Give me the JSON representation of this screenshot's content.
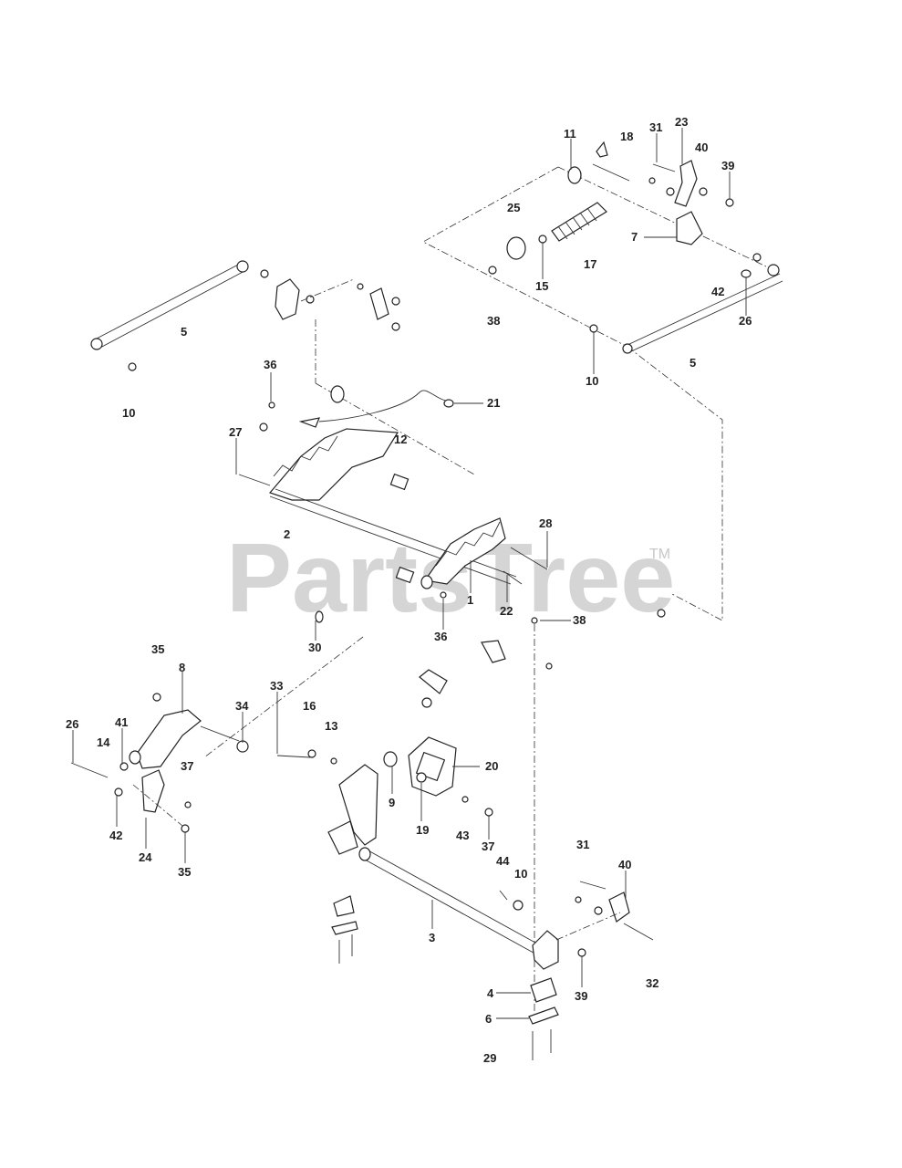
{
  "watermark": {
    "text": "PartsTree",
    "trademark": "TM"
  },
  "labels": {
    "n11": "11",
    "n18": "18",
    "n31a": "31",
    "n23": "23",
    "n40a": "40",
    "n39a": "39",
    "n25": "25",
    "n7": "7",
    "n17": "17",
    "n15": "15",
    "n42a": "42",
    "n26a": "26",
    "n38a": "38",
    "n10a": "10",
    "n5a": "5",
    "n5b": "5",
    "n10b": "10",
    "n36a": "36",
    "n21": "21",
    "n12": "12",
    "n27": "27",
    "n2": "2",
    "n28": "28",
    "n1": "1",
    "n22": "22",
    "n36b": "36",
    "n38b": "38",
    "n30": "30",
    "n35a": "35",
    "n8": "8",
    "n33": "33",
    "n34": "34",
    "n16": "16",
    "n13": "13",
    "n26b": "26",
    "n41": "41",
    "n14": "14",
    "n37a": "37",
    "n42b": "42",
    "n24": "24",
    "n35b": "35",
    "n20": "20",
    "n9": "9",
    "n19": "19",
    "n43": "43",
    "n37b": "37",
    "n44": "44",
    "n31b": "31",
    "n10c": "10",
    "n40b": "40",
    "n3": "3",
    "n39b": "39",
    "n32": "32",
    "n4": "4",
    "n6": "6",
    "n29": "29"
  }
}
